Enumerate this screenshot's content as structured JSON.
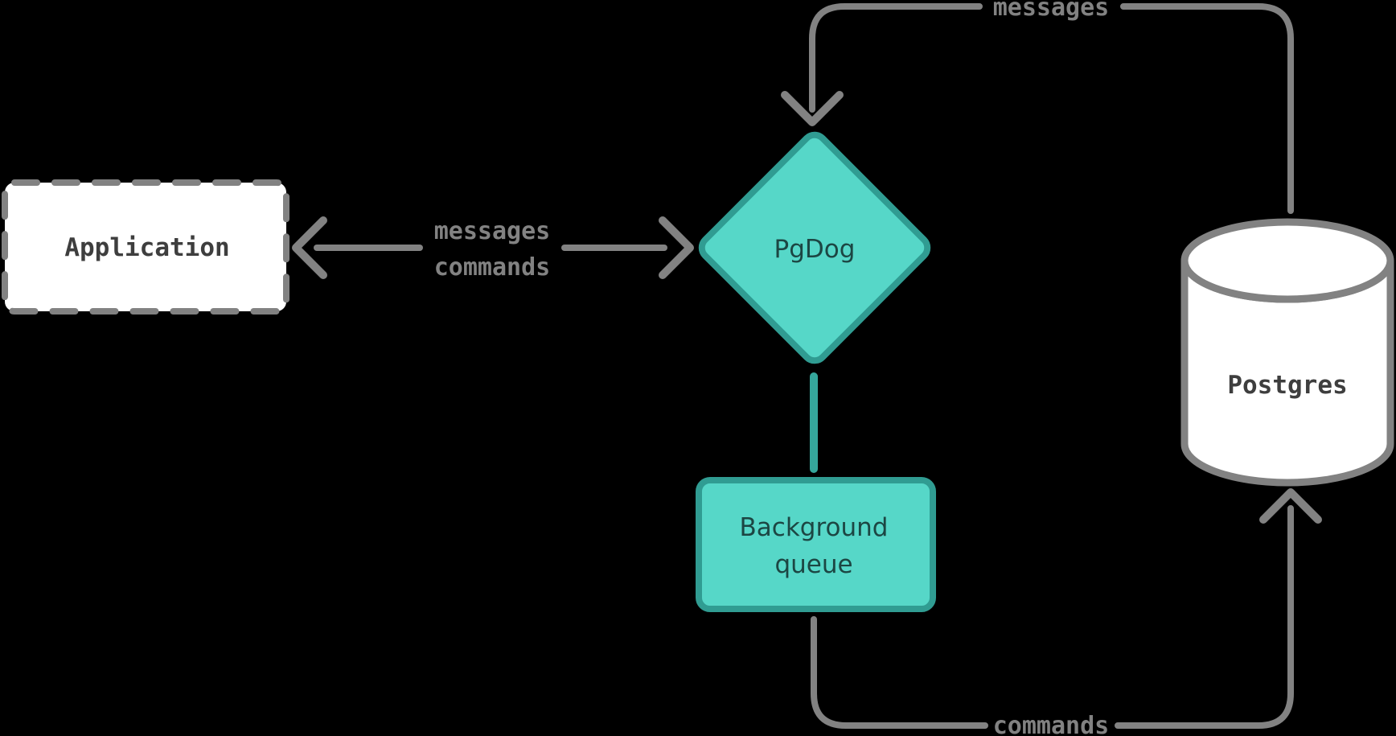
{
  "colors": {
    "background": "#000000",
    "gray": "#828282",
    "node_text": "#3E3E3E",
    "teal_fill": "#56D7C8",
    "teal_border": "#309C92",
    "teal_connector": "#35A79C",
    "teal_text": "#1C4643",
    "white": "#FFFFFF"
  },
  "nodes": {
    "application": {
      "label": "Application"
    },
    "pgdog": {
      "label": "PgDog"
    },
    "background_queue": {
      "lines": [
        "Background",
        "queue"
      ]
    },
    "postgres": {
      "label": "Postgres"
    }
  },
  "edges": {
    "app_pgdog": {
      "labels": [
        "messages",
        "commands"
      ]
    },
    "postgres_pgdog": {
      "label": "messages"
    },
    "queue_postgres": {
      "label": "commands"
    }
  }
}
